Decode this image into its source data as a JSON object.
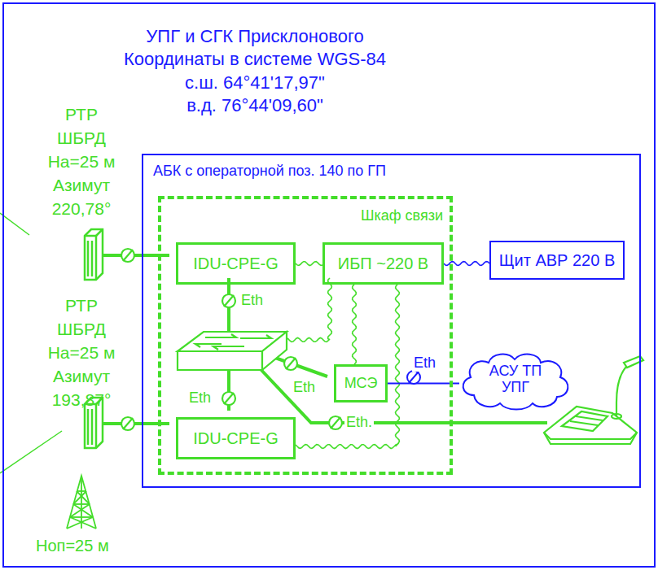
{
  "diagram": {
    "nodes": [
      {
        "text": [
          "УПГ и СГК Присклонового",
          "Координаты в системе WGS-84",
          "с.ш. 64°41'17,97\"",
          "в.д. 76°44'09,60\""
        ]
      },
      {
        "text": [
          "АБК с операторной поз. 140 по ГП"
        ],
        "in": 0
      },
      {
        "text": [
          "Шкаф связи"
        ],
        "in": 1
      },
      {
        "text": [
          "IDU-CPE-G"
        ],
        "in": 2
      },
      {
        "text": [
          "ИБП ~220 В"
        ],
        "in": 2
      },
      {
        "text": [
          "МСЭ"
        ],
        "in": 2
      },
      {
        "text": [
          "IDU-CPE-G"
        ],
        "in": 2
      },
      {
        "text": [
          "Щит АВР 220 В"
        ],
        "in": 1
      },
      {
        "text": [
          "АСУ ТП УПГ"
        ],
        "in": 1
      }
    ],
    "edges": [
      {
        "from": 4,
        "to": 7,
        "arrow": "none"
      },
      {
        "from": 3,
        "to": 4,
        "arrow": "none"
      },
      {
        "from": 4,
        "to": 5,
        "arrow": "none"
      },
      {
        "from": 4,
        "to": 6,
        "arrow": "none"
      },
      {
        "from": 5,
        "to": 8,
        "label": "Eth",
        "arrow": "none"
      }
    ],
    "labels": [
      "РТР ШБРД На=25 м Азимут 220,78°",
      "РТР ШБРД На=25 м Азимут 193,87°",
      "Ноп=25 м",
      "Eth",
      "Eth",
      "Eth",
      "Eth."
    ]
  }
}
